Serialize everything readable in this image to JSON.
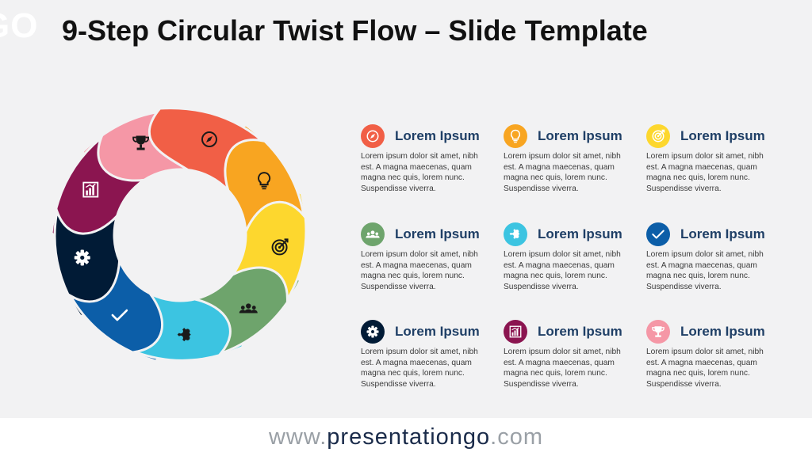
{
  "slide": {
    "logo_text": "GO",
    "title": "9-Step Circular Twist Flow – Slide Template"
  },
  "colors": {
    "step1": "#f15f46",
    "step2": "#f8a521",
    "step3": "#fdd72e",
    "step4": "#6ea46c",
    "step5": "#3cc4e1",
    "step6": "#0c5ea8",
    "step7": "#011b36",
    "step8": "#8b1550",
    "step9": "#f597a6"
  },
  "diagram": {
    "petals": [
      {
        "icon": "compass-icon",
        "color": "#f15f46"
      },
      {
        "icon": "lightbulb-icon",
        "color": "#f8a521"
      },
      {
        "icon": "target-icon",
        "color": "#fdd72e"
      },
      {
        "icon": "team-icon",
        "color": "#6ea46c"
      },
      {
        "icon": "puzzle-icon",
        "color": "#3cc4e1"
      },
      {
        "icon": "checkmark-icon",
        "color": "#0c5ea8"
      },
      {
        "icon": "gear-icon",
        "color": "#011b36"
      },
      {
        "icon": "bar-chart-icon",
        "color": "#8b1550"
      },
      {
        "icon": "trophy-icon",
        "color": "#f597a6"
      }
    ]
  },
  "items": [
    {
      "heading": "Lorem Ipsum",
      "body": "Lorem ipsum dolor sit amet, nibh est. A magna maecenas, quam magna nec quis, lorem nunc. Suspendisse viverra.",
      "icon": "compass-icon",
      "color": "#f15f46"
    },
    {
      "heading": "Lorem Ipsum",
      "body": "Lorem ipsum dolor sit amet, nibh est. A magna maecenas, quam magna nec quis, lorem nunc. Suspendisse viverra.",
      "icon": "lightbulb-icon",
      "color": "#f8a521"
    },
    {
      "heading": "Lorem Ipsum",
      "body": "Lorem ipsum dolor sit amet, nibh est. A magna maecenas, quam magna nec quis, lorem nunc. Suspendisse viverra.",
      "icon": "target-icon",
      "color": "#fdd72e"
    },
    {
      "heading": "Lorem Ipsum",
      "body": "Lorem ipsum dolor sit amet, nibh est. A magna maecenas, quam magna nec quis, lorem nunc. Suspendisse viverra.",
      "icon": "team-icon",
      "color": "#6ea46c"
    },
    {
      "heading": "Lorem Ipsum",
      "body": "Lorem ipsum dolor sit amet, nibh est. A magna maecenas, quam magna nec quis, lorem nunc. Suspendisse viverra.",
      "icon": "puzzle-icon",
      "color": "#3cc4e1"
    },
    {
      "heading": "Lorem Ipsum",
      "body": "Lorem ipsum dolor sit amet, nibh est. A magna maecenas, quam magna nec quis, lorem nunc. Suspendisse viverra.",
      "icon": "checkmark-icon",
      "color": "#0c5ea8"
    },
    {
      "heading": "Lorem Ipsum",
      "body": "Lorem ipsum dolor sit amet, nibh est. A magna maecenas, quam magna nec quis, lorem nunc. Suspendisse viverra.",
      "icon": "gear-icon",
      "color": "#011b36"
    },
    {
      "heading": "Lorem Ipsum",
      "body": "Lorem ipsum dolor sit amet, nibh est. A magna maecenas, quam magna nec quis, lorem nunc. Suspendisse viverra.",
      "icon": "bar-chart-icon",
      "color": "#8b1550"
    },
    {
      "heading": "Lorem Ipsum",
      "body": "Lorem ipsum dolor sit amet, nibh est. A magna maecenas, quam magna nec quis, lorem nunc. Suspendisse viverra.",
      "icon": "trophy-icon",
      "color": "#f597a6"
    }
  ],
  "footer": {
    "prefix": "www.",
    "domain": "presentationgo",
    "suffix": ".com"
  }
}
